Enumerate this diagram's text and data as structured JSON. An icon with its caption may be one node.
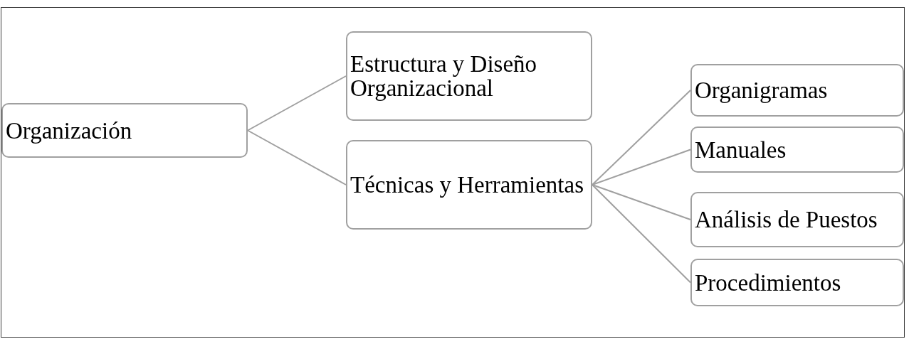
{
  "diagram": {
    "nodes": [
      {
        "text": [
          "Organización"
        ]
      },
      {
        "text": [
          "Estructura y Diseño Organizacional"
        ]
      },
      {
        "text": [
          "Técnicas y Herramientas"
        ]
      },
      {
        "text": [
          "Organigramas"
        ]
      },
      {
        "text": [
          "Manuales"
        ]
      },
      {
        "text": [
          "Análisis de Puestos"
        ]
      },
      {
        "text": [
          "Procedimientos"
        ]
      }
    ],
    "edges": [
      {
        "from": 0,
        "to": 1,
        "arrow": "none"
      },
      {
        "from": 0,
        "to": 2,
        "arrow": "none"
      },
      {
        "from": 2,
        "to": 3,
        "arrow": "none"
      },
      {
        "from": 2,
        "to": 4,
        "arrow": "none"
      },
      {
        "from": 2,
        "to": 5,
        "arrow": "none"
      },
      {
        "from": 2,
        "to": 6,
        "arrow": "none"
      }
    ]
  }
}
